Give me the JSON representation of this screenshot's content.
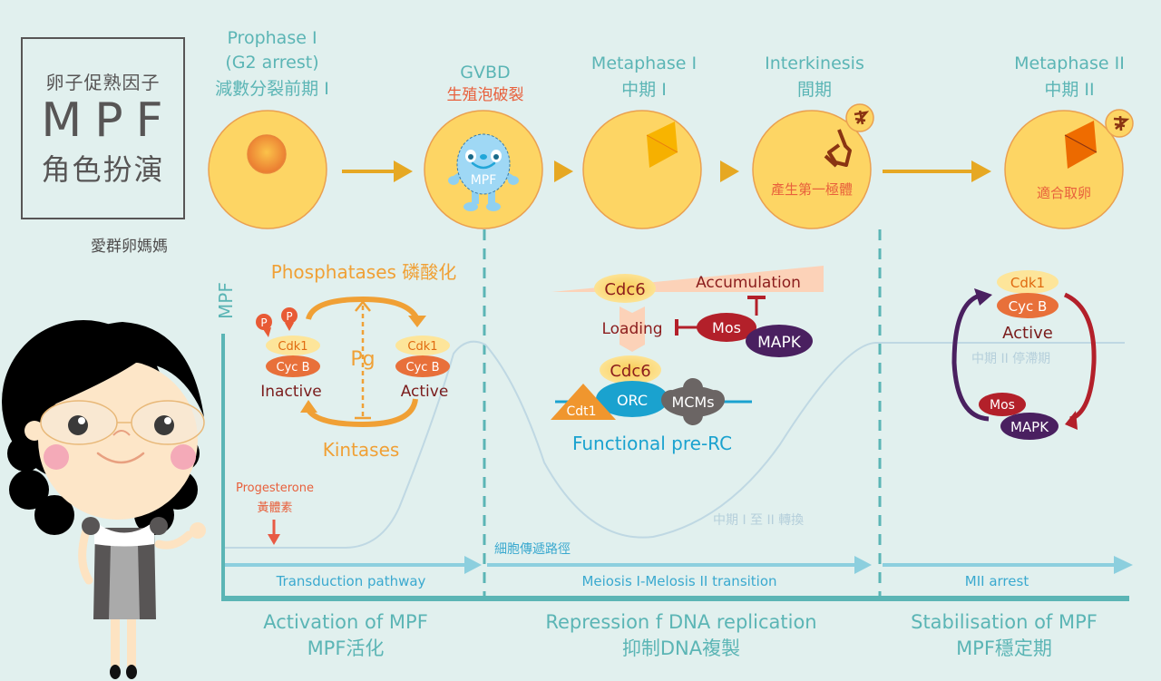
{
  "title_box": {
    "line1": "卵子促熟因子",
    "line2": "MPF",
    "line3": "角色扮演"
  },
  "author": "愛群卵媽媽",
  "colors": {
    "background": "#e1f0ee",
    "teal": "#5bb5b5",
    "light_blue": "#8ccfde",
    "orange": "#f0a035",
    "dark_red": "#8b1c1c",
    "cell_fill": "#fdd564",
    "cell_stroke": "#eaa050",
    "red_label": "#e8603c",
    "curve": "#bfd8e3"
  },
  "stages": [
    {
      "en": "Prophase I",
      "en2": "(G2 arrest)",
      "zh": "減數分裂前期 I",
      "inner": ""
    },
    {
      "en": "GVBD",
      "zh": "生殖泡破裂",
      "inner": "MPF"
    },
    {
      "en": "Metaphase I",
      "zh": "中期 I",
      "inner": ""
    },
    {
      "en": "Interkinesis",
      "zh": "間期",
      "inner": "產生第一極體"
    },
    {
      "en": "Metaphase II",
      "zh": "中期 II",
      "inner": "適合取卵"
    }
  ],
  "axis": {
    "y_label": "MPF",
    "progesterone_en": "Progesterone",
    "progesterone_zh": "黃體素",
    "transduction_zh": "細胞傳遞路徑",
    "curve_label_1": "中期 I 至 II 轉換",
    "curve_label_2": "中期 II 停滯期"
  },
  "timeline": [
    {
      "label": "Transduction pathway"
    },
    {
      "label": "Meiosis I-Melosis  II transition"
    },
    {
      "label": "MII arrest"
    }
  ],
  "sections": [
    {
      "en": "Activation of MPF",
      "zh": "MPF活化"
    },
    {
      "en": "Repression f DNA replication",
      "zh": "抑制DNA複製"
    },
    {
      "en": "Stabilisation of MPF",
      "zh": "MPF穩定期"
    }
  ],
  "activation_panel": {
    "phosphatases": "Phosphatases 磷酸化",
    "kintases": "Kintases",
    "pg": "Pg",
    "p": "P",
    "cdk1": "Cdk1",
    "cycb": "Cyc B",
    "inactive": "Inactive",
    "active": "Active"
  },
  "repression_panel": {
    "cdc6_top": "Cdc6",
    "accumulation": "Accumulation",
    "loading": "Loading",
    "mos": "Mos",
    "mapk": "MAPK",
    "cdc6_bottom": "Cdc6",
    "orc": "ORC",
    "mcms": "MCMs",
    "cdt1": "Cdt1",
    "functional": "Functional pre-RC"
  },
  "stabilisation_panel": {
    "cdk1": "Cdk1",
    "cycb": "Cyc B",
    "active": "Active",
    "mos": "Mos",
    "mapk": "MAPK"
  }
}
